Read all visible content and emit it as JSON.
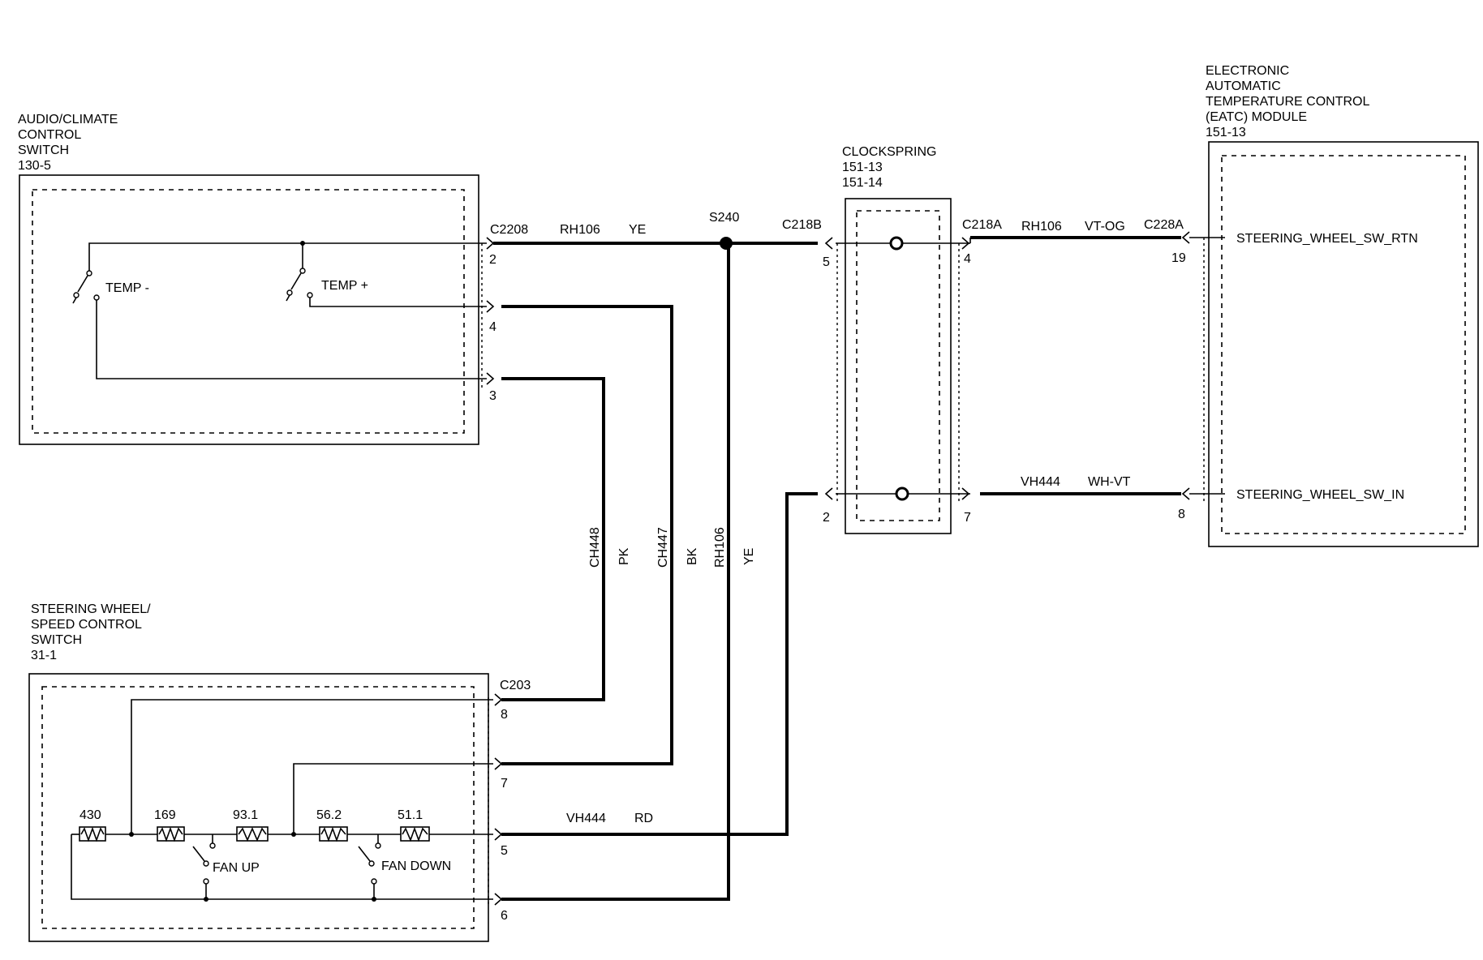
{
  "components": {
    "audio_switch": {
      "title_lines": [
        "AUDIO/CLIMATE",
        "CONTROL",
        "SWITCH",
        "130-5"
      ],
      "switches": [
        "TEMP -",
        "TEMP +"
      ]
    },
    "steering_switch": {
      "title_lines": [
        "STEERING WHEEL/",
        "SPEED CONTROL",
        "SWITCH",
        "31-1"
      ],
      "switches": [
        "FAN UP",
        "FAN DOWN"
      ],
      "resistors": [
        "430",
        "169",
        "93.1",
        "56.2",
        "51.1"
      ]
    },
    "clockspring": {
      "title_lines": [
        "CLOCKSPRING",
        "151-13",
        "151-14"
      ]
    },
    "eatc": {
      "title_lines": [
        "ELECTRONIC",
        "AUTOMATIC",
        "TEMPERATURE CONTROL",
        "(EATC) MODULE",
        "151-13"
      ],
      "signals": [
        "STEERING_WHEEL_SW_RTN",
        "STEERING_WHEEL_SW_IN"
      ]
    }
  },
  "connectors": {
    "c2208": "C2208",
    "c203": "C203",
    "c218b": "C218B",
    "c218a": "C218A",
    "c228a": "C228A",
    "splice": "S240"
  },
  "pins": {
    "c2208": [
      "2",
      "4",
      "3"
    ],
    "c203": [
      "8",
      "7",
      "5",
      "6"
    ],
    "c218b": [
      "5",
      "2"
    ],
    "c218a": [
      "4",
      "7"
    ],
    "c228a": [
      "19",
      "8"
    ]
  },
  "wires": {
    "rh106_top": {
      "circuit": "RH106",
      "color": "YE"
    },
    "rh106_right": {
      "circuit": "RH106",
      "color": "VT-OG"
    },
    "vh444_right": {
      "circuit": "VH444",
      "color": "WH-VT"
    },
    "vh444_bottom": {
      "circuit": "VH444",
      "color": "RD"
    },
    "ch448": {
      "circuit": "CH448",
      "color": "PK"
    },
    "ch447": {
      "circuit": "CH447",
      "color": "BK"
    },
    "rh106_vert": {
      "circuit": "RH106",
      "color": "YE"
    }
  }
}
